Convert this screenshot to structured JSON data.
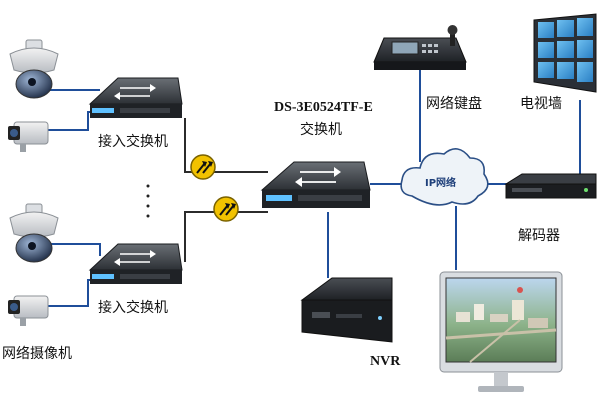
{
  "labels": {
    "access_switch_top": "接入交换机",
    "access_switch_bottom": "接入交换机",
    "core_switch_model": "DS-3E0524TF-E",
    "core_switch": "交换机",
    "network_keyboard": "网络键盘",
    "video_wall": "电视墙",
    "ip_network": "IP网络",
    "decoder": "解码器",
    "nvr": "NVR",
    "network_camera": "网络摄像机"
  },
  "colors": {
    "link_blue": "#1f4e9a",
    "link_dark": "#2b2b2b",
    "uplink_badge": "#f2c200",
    "cloud": "#eef3f8",
    "cloud_text": "#1e3f7a"
  },
  "icons": {
    "uplink_badge": "up-arrows-icon",
    "switch": "switch-arrows-icon",
    "cloud": "cloud-icon"
  }
}
